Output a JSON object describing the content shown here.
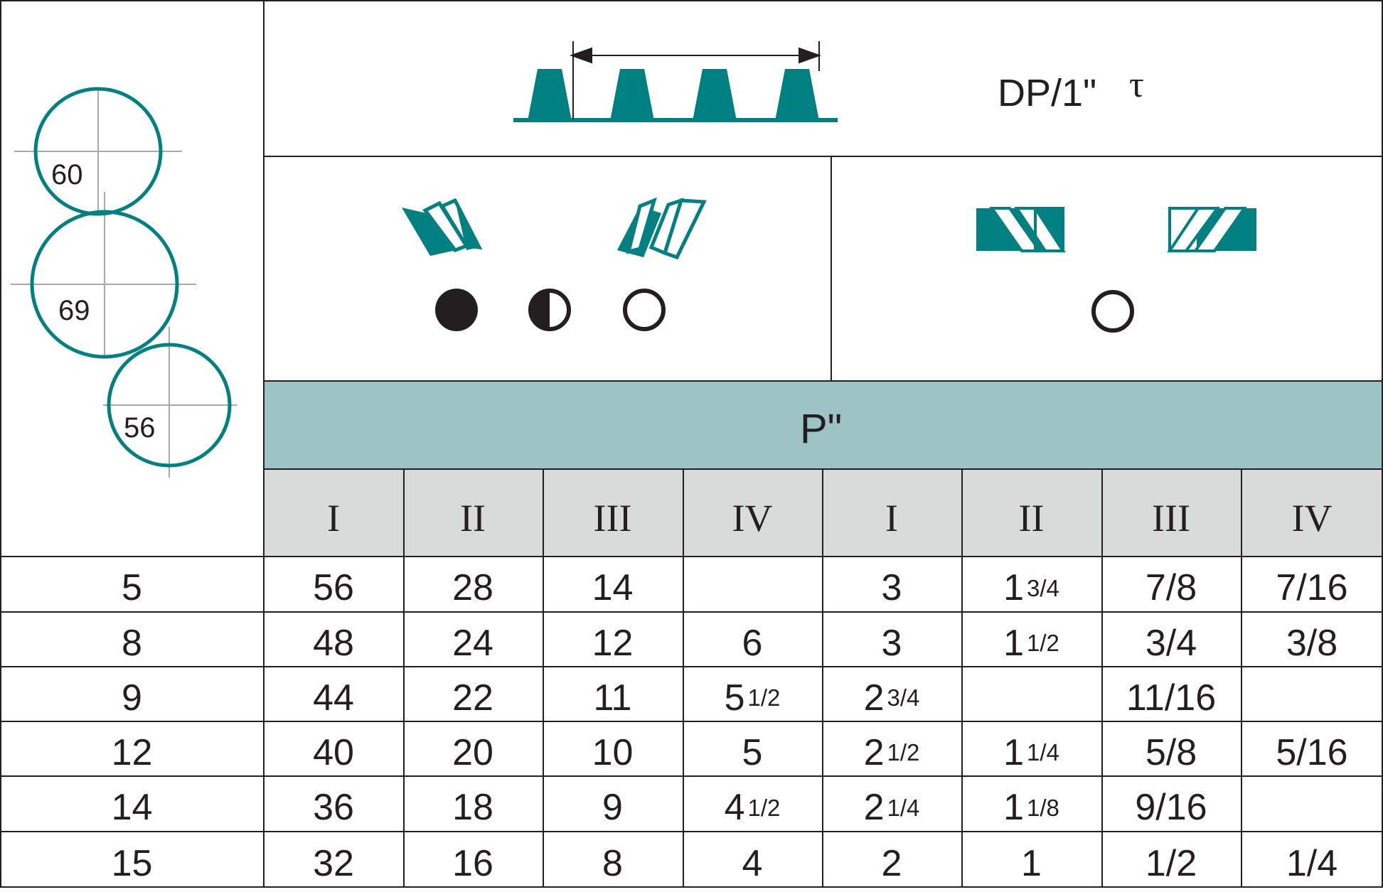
{
  "colors": {
    "teal": "#008080",
    "teal_header": "#9ec3c5",
    "grey_header": "#d9dbdb",
    "ink": "#231f20"
  },
  "circles": {
    "labels": [
      "60",
      "69",
      "56"
    ]
  },
  "header": {
    "dp_label": "DP/1\"",
    "tau_symbol": "τ",
    "p_label": "P\""
  },
  "icons": [
    "gear-teeth-profile-icon",
    "helical-left-hand-icon",
    "helical-right-hand-icon",
    "full-dot-icon",
    "half-dot-icon",
    "empty-dot-icon",
    "straight-rack-left-icon",
    "straight-rack-right-icon",
    "empty-dot-right-icon"
  ],
  "columns": [
    "I",
    "II",
    "III",
    "IV",
    "I",
    "II",
    "III",
    "IV"
  ],
  "rows": [
    {
      "dp": "5",
      "cells": [
        "56",
        "28",
        "14",
        "",
        {
          "w": "3",
          "f": ""
        },
        {
          "w": "1",
          "f": "3/4"
        },
        "7/8",
        "7/16"
      ]
    },
    {
      "dp": "8",
      "cells": [
        "48",
        "24",
        "12",
        "6",
        {
          "w": "3",
          "f": ""
        },
        {
          "w": "1",
          "f": "1/2"
        },
        "3/4",
        "3/8"
      ]
    },
    {
      "dp": "9",
      "cells": [
        "44",
        "22",
        "11",
        {
          "w": "5",
          "f": "1/2"
        },
        {
          "w": "2",
          "f": "3/4"
        },
        {
          "w": "",
          "f": ""
        },
        "11/16",
        ""
      ]
    },
    {
      "dp": "12",
      "cells": [
        "40",
        "20",
        "10",
        "5",
        {
          "w": "2",
          "f": "1/2"
        },
        {
          "w": "1",
          "f": "1/4"
        },
        "5/8",
        "5/16"
      ]
    },
    {
      "dp": "14",
      "cells": [
        "36",
        "18",
        "9",
        {
          "w": "4",
          "f": "1/2"
        },
        {
          "w": "2",
          "f": "1/4"
        },
        {
          "w": "1",
          "f": "1/8"
        },
        "9/16",
        ""
      ]
    },
    {
      "dp": "15",
      "cells": [
        "32",
        "16",
        "8",
        "4",
        {
          "w": "2",
          "f": ""
        },
        {
          "w": "1",
          "f": ""
        },
        "1/2",
        "1/4"
      ]
    }
  ]
}
